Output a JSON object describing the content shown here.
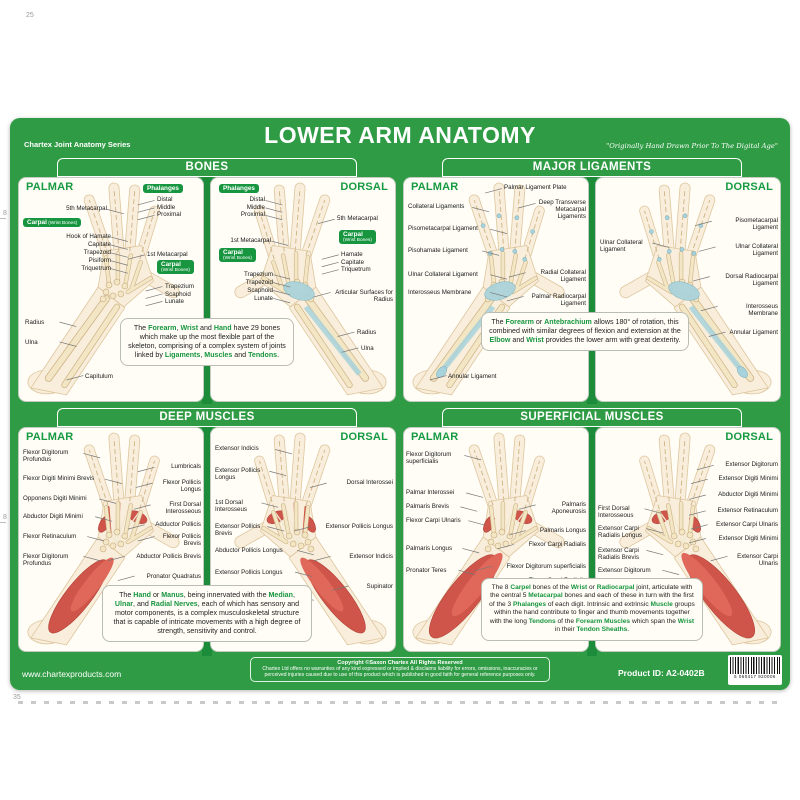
{
  "header": {
    "series": "Chartex Joint Anatomy Series",
    "title": "LOWER ARM ANATOMY",
    "tagline": "\"Originally Hand Drawn Prior To The Digital Age\""
  },
  "footer": {
    "website": "www.chartexproducts.com",
    "copyright": "Copyright ©Saxon Chartex All Rights Reserved",
    "disclaimer": "Chartex Ltd offers no warranties of any kind expressed or implied & disclaims liability for errors, omissions, inaccuracies or perceived injuries caused due to use of this product which is published in good faith for general reference purposes only.",
    "product_id": "Product ID: A2-0402B",
    "barcode_digits": "5 060417 920006"
  },
  "marks": {
    "top_left": "25",
    "left_upper": "8",
    "left_lower": "8",
    "bottom_left": "35"
  },
  "colors": {
    "poster_green": "#2f9b44",
    "dark_green": "#1d8c3a",
    "heading_green": "#169a41",
    "skin": "#f9eedb",
    "bone": "#f3e6c4",
    "ligament_blue": "#a9d3dc",
    "muscle_red": "#cf5449"
  },
  "quadrants": {
    "bones": {
      "title": "BONES",
      "note": [
        {
          "t": "The "
        },
        {
          "t": "Forearm",
          "g": 1
        },
        {
          "t": ", "
        },
        {
          "t": "Wrist",
          "g": 1
        },
        {
          "t": " and "
        },
        {
          "t": "Hand",
          "g": 1
        },
        {
          "t": " have 29 bones which make up the most flexible part of the skeleton, comprising of a complex system of joints linked by "
        },
        {
          "t": "Ligaments",
          "g": 1
        },
        {
          "t": ", "
        },
        {
          "t": "Muscles",
          "g": 1
        },
        {
          "t": " and "
        },
        {
          "t": "Tendons",
          "g": 1
        },
        {
          "t": "."
        }
      ],
      "panels": {
        "palmar": {
          "heading": "PALMAR",
          "labels": [
            "5th Metacarpal",
            "1st Metacarpal",
            "Radius",
            "Ulna",
            "Capitulum"
          ],
          "boxes": [
            {
              "title": "Phalanges",
              "subtitle": "",
              "items": [
                "Distal",
                "Middle",
                "Proximal"
              ]
            },
            {
              "title": "Carpal",
              "subtitle": "(Wrist Bones)",
              "items": [
                "Hook of Hamate",
                "Capitate",
                "Trapezoid",
                "Pisiform",
                "Triquetrum"
              ]
            },
            {
              "title": "Carpal",
              "subtitle": "(Wrist Bones)",
              "items": [
                "Trapezium",
                "Scaphoid",
                "Lunate"
              ]
            }
          ]
        },
        "dorsal": {
          "heading": "DORSAL",
          "labels": [
            "5th Metacarpal",
            "1st Metacarpal",
            "Articular Surfaces for Radius",
            "Radius",
            "Ulna"
          ],
          "boxes": [
            {
              "title": "Phalanges",
              "subtitle": "",
              "items": [
                "Distal",
                "Middle",
                "Proximal"
              ]
            },
            {
              "title": "Carpal",
              "subtitle": "(Wrist Bones)",
              "items": [
                "Hamate",
                "Capitate",
                "Triquetrum"
              ]
            },
            {
              "title": "Carpal",
              "subtitle": "(Wrist Bones)",
              "items": [
                "Trapezium",
                "Trapezoid",
                "Scaphoid",
                "Lunate"
              ]
            }
          ]
        }
      }
    },
    "ligaments": {
      "title": "MAJOR LIGAMENTS",
      "note": [
        {
          "t": "The "
        },
        {
          "t": "Forearm",
          "g": 1
        },
        {
          "t": " or "
        },
        {
          "t": "Antebrachium",
          "g": 1
        },
        {
          "t": " allows 180° of rotation, this combined with similar degrees of flexion and extension at the "
        },
        {
          "t": "Elbow",
          "g": 1
        },
        {
          "t": " and "
        },
        {
          "t": "Wrist",
          "g": 1
        },
        {
          "t": " provides the lower arm with great dexterity."
        }
      ],
      "panels": {
        "palmar": {
          "heading": "PALMAR",
          "labels": [
            "Palmar Ligament Plate",
            "Collateral Ligaments",
            "Deep Transverse Metacarpal Ligaments",
            "Pisometacarpal Ligament",
            "Pisohamate Ligament",
            "Ulnar Collateral Ligament",
            "Interosseus Membrane",
            "Radial Collateral Ligament",
            "Palmar Radiocarpal Ligament",
            "Annular Ligament"
          ],
          "boxes": []
        },
        "dorsal": {
          "heading": "DORSAL",
          "labels": [
            "Ulnar Collateral Ligament",
            "Pisometacarpal Ligament",
            "Ulnar Collateral Ligament",
            "Dorsal Radiocarpal Ligament",
            "Interosseus Membrane",
            "Annular Ligament"
          ],
          "boxes": []
        }
      }
    },
    "deep": {
      "title": "DEEP MUSCLES",
      "note": [
        {
          "t": "The "
        },
        {
          "t": "Hand",
          "g": 1
        },
        {
          "t": " or "
        },
        {
          "t": "Manus",
          "g": 1
        },
        {
          "t": ", being innervated with the "
        },
        {
          "t": "Median",
          "g": 1
        },
        {
          "t": ", "
        },
        {
          "t": "Ulnar",
          "g": 1
        },
        {
          "t": ", and "
        },
        {
          "t": "Radial Nerves",
          "g": 1
        },
        {
          "t": ", each of which has sensory and motor components, is a complex musculoskeletal structure that is capable of intricate movements with a high degree of strength, sensitivity and control."
        }
      ],
      "panels": {
        "palmar": {
          "heading": "PALMAR",
          "labels": [
            "Flexor Digitorum Profundus",
            "Flexor Digiti Minimi Brevis",
            "Opponens Digiti Minimi",
            "Abductor Digiti Minimi",
            "Flexor Retinaculum",
            "Flexor Digitorum Profundus",
            "Lumbricals",
            "Flexor Pollicis Longus",
            "First Dorsal Interosseous",
            "Adductor Pollicis",
            "Flexor Pollicis Brevis",
            "Abductor Pollicis Brevis",
            "Pronator Quadratus",
            "Flexor Pollicis Longus"
          ],
          "boxes": []
        },
        "dorsal": {
          "heading": "DORSAL",
          "labels": [
            "Extensor Indicis",
            "Extensor Pollicis Longus",
            "1st Dorsal Interosseus",
            "Extensor Pollicis Brevis",
            "Abductor Pollicis Longus",
            "Extensor Pollicis Longus",
            "Abductor Pollicis Longus",
            "Dorsal Interossei",
            "Extensor Pollicis Longus",
            "Extensor Indicis",
            "Supinator"
          ],
          "boxes": []
        }
      }
    },
    "superficial": {
      "title": "SUPERFICIAL MUSCLES",
      "note": [
        {
          "t": "The 8 "
        },
        {
          "t": "Carpel",
          "g": 1
        },
        {
          "t": " bones of the "
        },
        {
          "t": "Wrist",
          "g": 1
        },
        {
          "t": " or "
        },
        {
          "t": "Radiocarpal",
          "g": 1
        },
        {
          "t": " joint, articulate with the central 5 "
        },
        {
          "t": "Metacarpal",
          "g": 1
        },
        {
          "t": " bones and each of these in turn with the first of the 3 "
        },
        {
          "t": "Phalanges",
          "g": 1
        },
        {
          "t": " of each digit. Intrinsic and extrinsic "
        },
        {
          "t": "Muscle",
          "g": 1
        },
        {
          "t": " groups within the hand contribute to finger and thumb movements together with the long "
        },
        {
          "t": "Tendons",
          "g": 1
        },
        {
          "t": " of the "
        },
        {
          "t": "Forearm Muscles",
          "g": 1
        },
        {
          "t": " which span the "
        },
        {
          "t": "Wrist",
          "g": 1
        },
        {
          "t": " in their "
        },
        {
          "t": "Tendon Sheaths",
          "g": 1
        },
        {
          "t": "."
        }
      ],
      "panels": {
        "palmar": {
          "heading": "PALMAR",
          "labels": [
            "Flexor Digitorum superficialis",
            "Palmar Interossei",
            "Palmaris Brevis",
            "Flexor Carpi Ulnaris",
            "Palmaris Longus",
            "Pronator Teres",
            "Palmaris Aponeurosis",
            "Palmaris Longus",
            "Flexor Carpi Radialis",
            "Flexor Digitorum superficialis",
            "Flexor Carpi Radialis"
          ],
          "boxes": []
        },
        "dorsal": {
          "heading": "DORSAL",
          "labels": [
            "First Dorsal Interosseous",
            "Extensor Carpi Radialis Longus",
            "Extensor Carpi Radialis Brevis",
            "Extensor Digitorum",
            "Extensor Carpi Radialis Brevis",
            "Extensor Carpi Radialis Longus",
            "Extensor Digitorum",
            "Extensor Digiti Minimi",
            "Abductor Digiti Minimi",
            "Extensor Retinaculum",
            "Extensor Carpi Ulnaris",
            "Extensor Digiti Minimi",
            "Extensor Carpi Ulnaris"
          ],
          "boxes": []
        }
      }
    }
  }
}
